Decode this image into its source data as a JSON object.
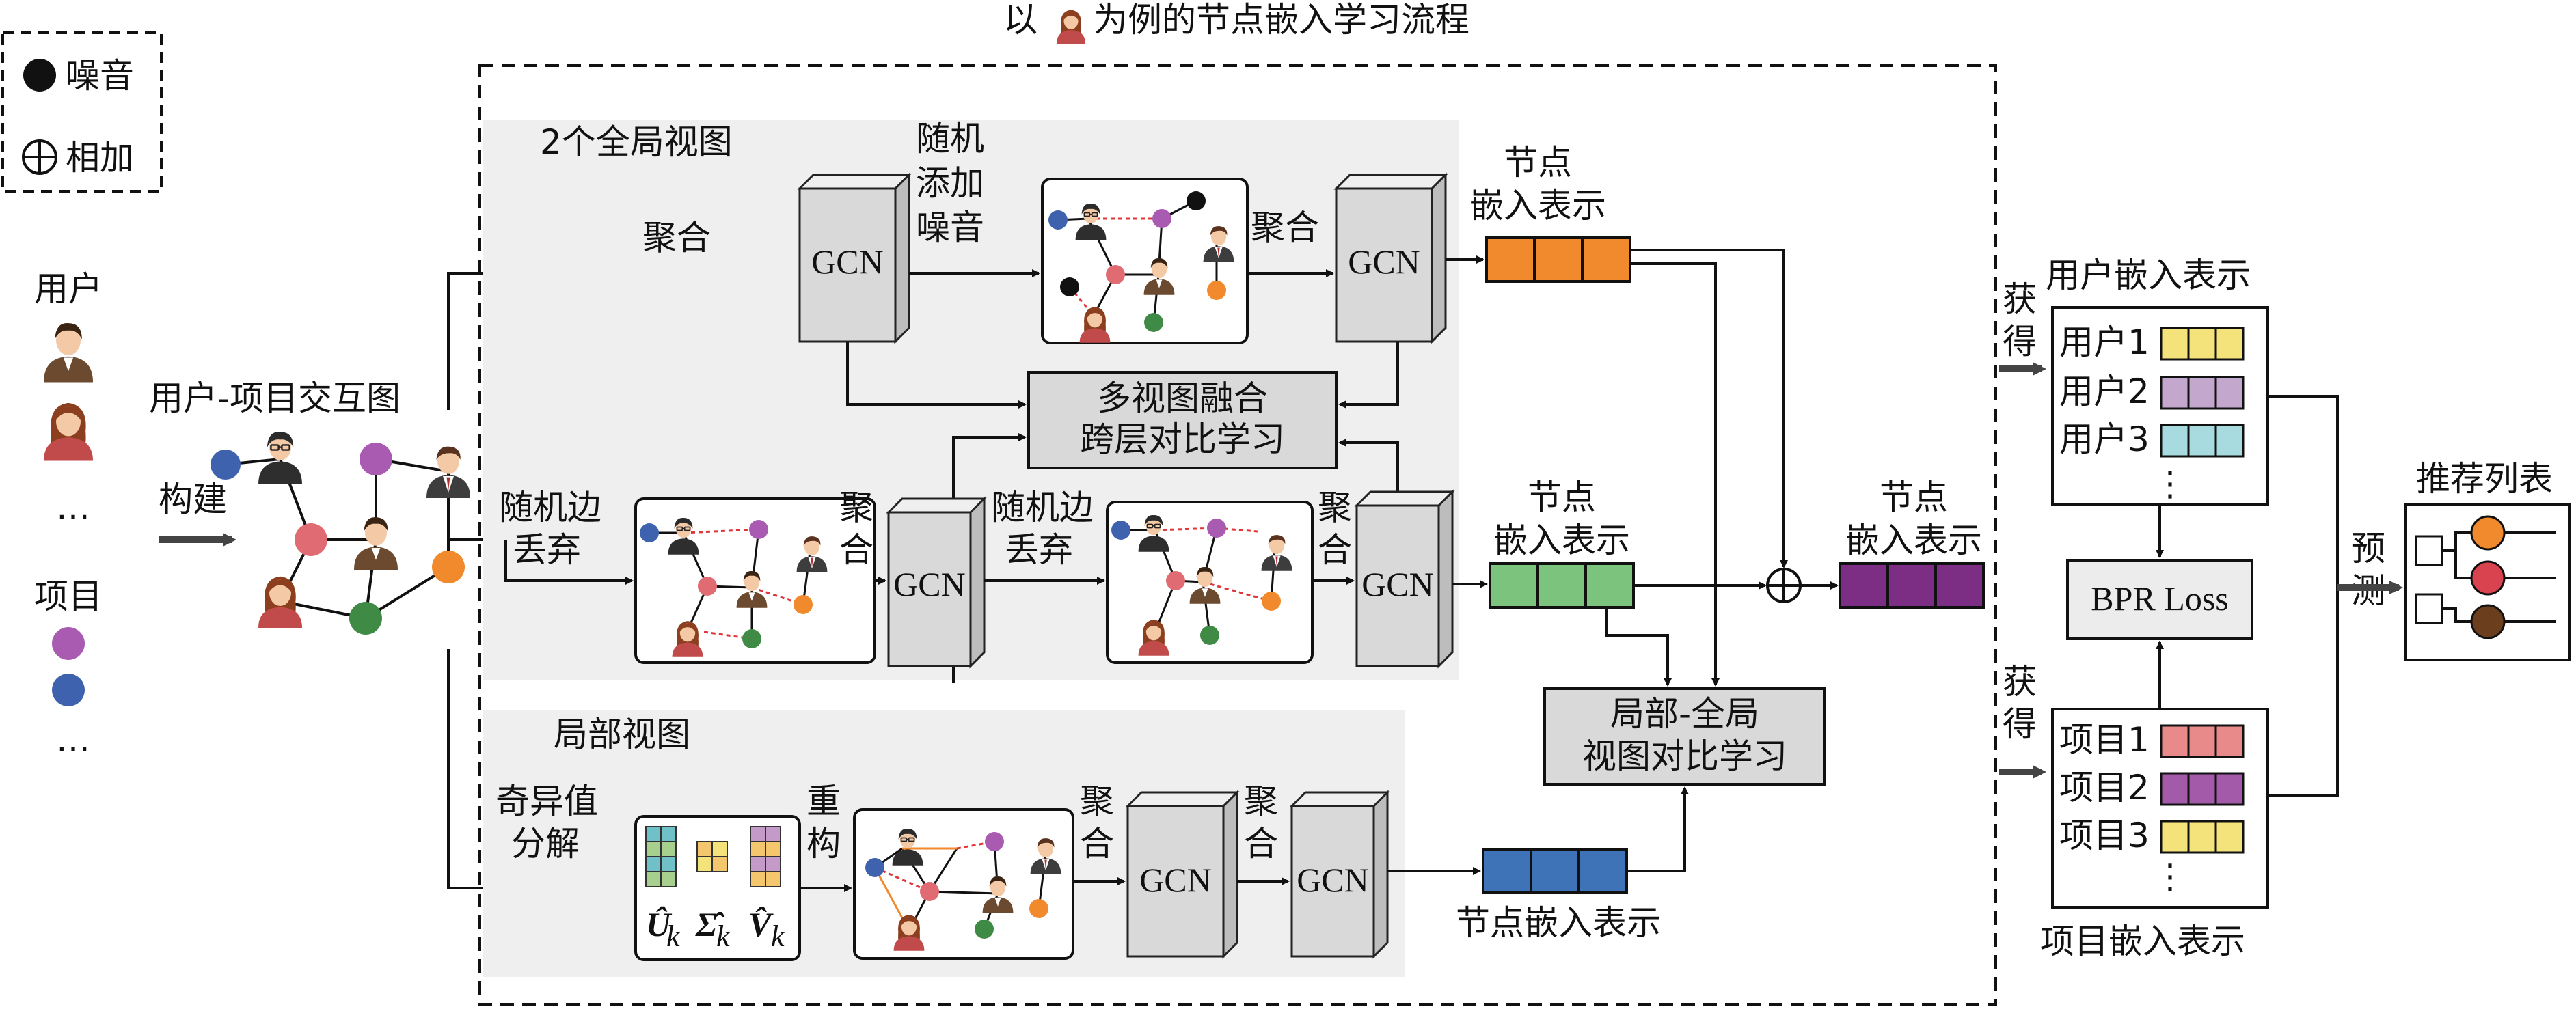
{
  "title_prefix": "以",
  "title_suffix": "为例的节点嵌入学习流程",
  "legend": {
    "noise": "噪音",
    "add": "相加"
  },
  "left": {
    "user": "用户",
    "item": "项目",
    "ellipsis": "…",
    "graph_title": "用户-项目交互图",
    "build": "构建"
  },
  "global": {
    "title": "2个全局视图",
    "aggregate": "聚合",
    "noise_line1": "随机",
    "noise_line2": "添加",
    "noise_line3": "噪音",
    "aggregate2": "聚合",
    "emb_line1": "节点",
    "emb_line2": "嵌入表示",
    "fusion_line1": "多视图融合",
    "fusion_line2": "跨层对比学习",
    "drop_line1": "随机边",
    "drop_line2": "丢弃",
    "agg_v1": "聚",
    "agg_v2": "合",
    "emb2_line1": "节点",
    "emb2_line2": "嵌入表示"
  },
  "local": {
    "title": "局部视图",
    "svd_line1": "奇异值",
    "svd_line2": "分解",
    "recon_1": "重",
    "recon_2": "构",
    "agg_1": "聚",
    "agg_2": "合",
    "emb": "节点嵌入表示",
    "u_label": "Û",
    "sigma_label": "Σ̂",
    "v_label": "V̂",
    "sub_k": "k"
  },
  "gcn": "GCN",
  "contrast_line1": "局部-全局",
  "contrast_line2": "视图对比学习",
  "final_emb_line1": "节点",
  "final_emb_line2": "嵌入表示",
  "right": {
    "get": [
      "获",
      "得"
    ],
    "user_emb_title": "用户嵌入表示",
    "users": [
      "用户1",
      "用户2",
      "用户3"
    ],
    "item_emb_title": "项目嵌入表示",
    "items": [
      "项目1",
      "项目2",
      "项目3"
    ],
    "vdots": "⋮",
    "bpr": "BPR Loss",
    "predict": [
      "预",
      "测"
    ],
    "rec_list": "推荐列表"
  },
  "colors": {
    "orange": "#f08a2c",
    "green": "#7cc47e",
    "purple": "#7b2e83",
    "blue": "#3f73b8",
    "user_yellow": "#f4e27a",
    "user_lilac": "#c4a7cc",
    "user_teal": "#a8dbe0",
    "item_pink": "#e88a8a",
    "item_purple": "#a35aa8",
    "item_yellow": "#f4e27a",
    "node_pink": "#e06b73",
    "node_purple": "#a85bb0",
    "node_blue": "#3e62ae",
    "node_green": "#3f8a45",
    "node_orange": "#f08a2c",
    "rec1": "#f08a2c",
    "rec2": "#d9424f",
    "rec3": "#6b3e1e"
  }
}
